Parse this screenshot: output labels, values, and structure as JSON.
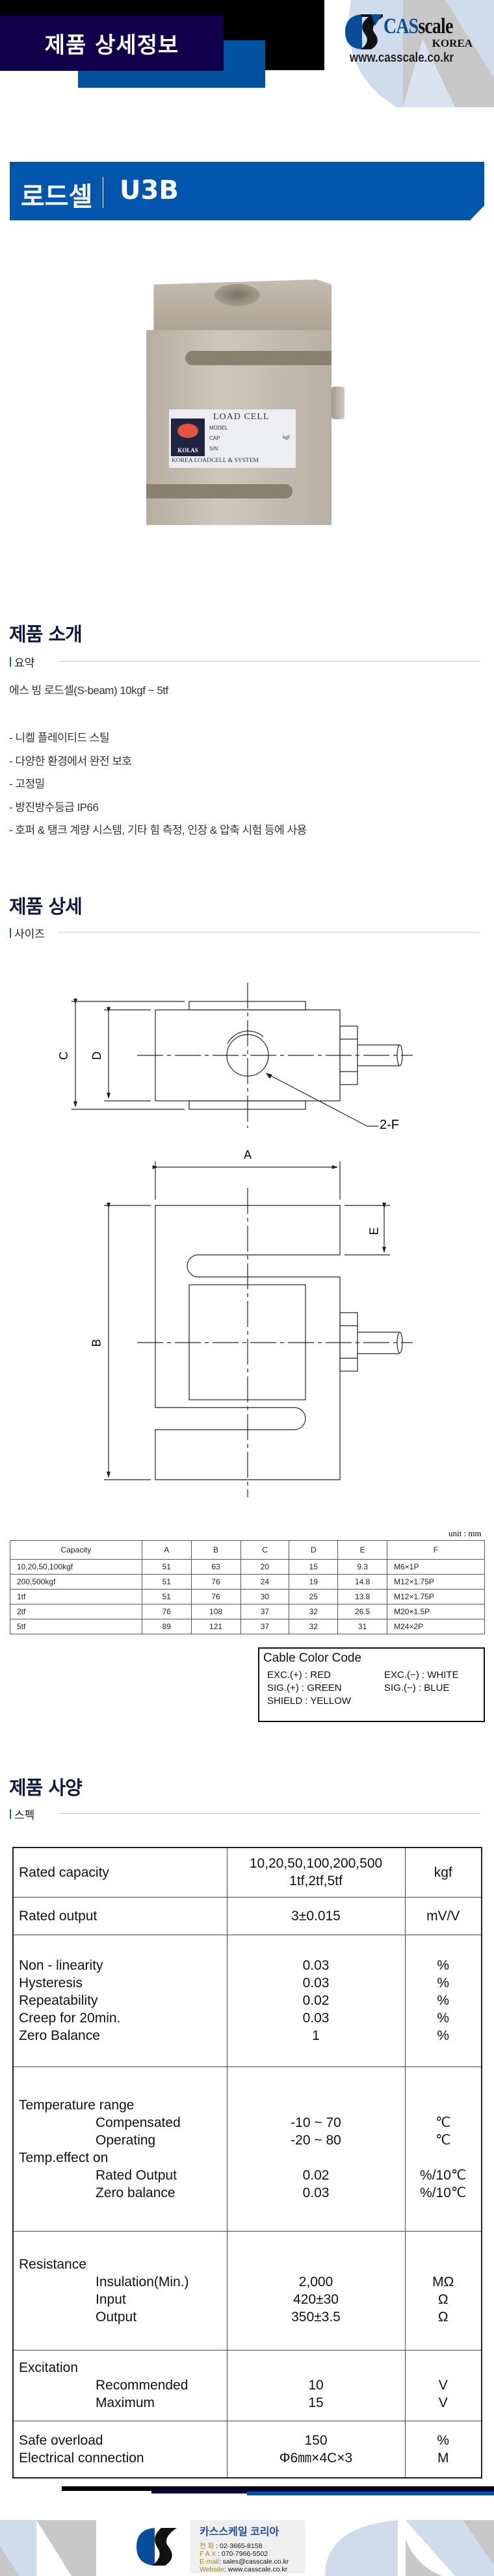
{
  "header": {
    "section_label": "제품 상세정보",
    "logo": {
      "brand_a": "CAS",
      "brand_b": "scale",
      "brand_sub": "KOREA",
      "url": "www.casscale.co.kr"
    }
  },
  "title": {
    "category": "로드셀",
    "model": "U3B"
  },
  "photo": {
    "plate_title": "LOAD CELL",
    "plate_model": "MODEL",
    "plate_cap": "CAP",
    "plate_unit": "kgf",
    "plate_sn": "S/N",
    "plate_mark": "KOLAS",
    "plate_maker": "KOREA LOADCELL & SYSTEM"
  },
  "intro": {
    "heading": "제품 소개",
    "sub": "요약",
    "summary": "에스 빔 로드셀(S-beam) 10kgf ~ 5tf",
    "bullets": [
      "- 니켈 플레이티드 스틸",
      "- 다양한 환경에서 완전 보호",
      "- 고정밀",
      "- 방진방수등급 IP66",
      "- 호퍼 & 탱크 계량 시스템, 기타 힘 측정, 인장 & 압축 시험 등에 사용"
    ]
  },
  "detail": {
    "heading": "제품 상세",
    "sub": "사이즈",
    "drawing_labels": {
      "c": "C",
      "d": "D",
      "f": "2-F",
      "a": "A",
      "b": "B",
      "e": "E"
    },
    "unit": "unit : mm",
    "dim_table": {
      "headers": [
        "Capacity",
        "A",
        "B",
        "C",
        "D",
        "E",
        "F"
      ],
      "rows": [
        [
          "10,20,50,100kgf",
          "51",
          "63",
          "20",
          "15",
          "9.3",
          "M6×1P"
        ],
        [
          "200,500kgf",
          "51",
          "76",
          "24",
          "19",
          "14.8",
          "M12×1.75P"
        ],
        [
          "1tf",
          "51",
          "76",
          "30",
          "25",
          "13.8",
          "M12×1.75P"
        ],
        [
          "2tf",
          "76",
          "108",
          "37",
          "32",
          "26.5",
          "M20×1.5P"
        ],
        [
          "5tf",
          "89",
          "121",
          "37",
          "32",
          "31",
          "M24×2P"
        ]
      ]
    },
    "cable": {
      "title": "Cable Color Code",
      "entries": [
        "EXC.(+) : RED",
        "EXC.(−) : WHITE",
        "SIG.(+) : GREEN",
        "SIG.(−) : BLUE",
        "SHIELD : YELLOW"
      ]
    }
  },
  "spec": {
    "heading": "제품 사양",
    "sub": "스펙",
    "rows": [
      {
        "labels": [
          [
            "Rated capacity",
            0
          ]
        ],
        "values": [
          "10,20,50,100,200,500",
          "1tf,2tf,5tf"
        ],
        "units": [
          "kgf"
        ]
      },
      {
        "labels": [
          [
            "Rated output",
            0
          ]
        ],
        "values": [
          "3±0.015"
        ],
        "units": [
          "mV/V"
        ]
      },
      {
        "labels": [
          [
            "Non - linearity",
            0
          ],
          [
            "Hysteresis",
            0
          ],
          [
            "Repeatability",
            0
          ],
          [
            "Creep for 20min.",
            0
          ],
          [
            "Zero Balance",
            0
          ]
        ],
        "values": [
          "0.03",
          "0.03",
          "0.02",
          "0.03",
          "1"
        ],
        "units": [
          "%",
          "%",
          "%",
          "%",
          "%"
        ]
      },
      {
        "labels": [
          [
            "Temperature range",
            0
          ],
          [
            "Compensated",
            1
          ],
          [
            "Operating",
            1
          ],
          [
            "Temp.effect on",
            0
          ],
          [
            "Rated Output",
            1
          ],
          [
            "Zero balance",
            1
          ]
        ],
        "values": [
          "",
          "-10 ~ 70",
          "-20 ~ 80",
          "",
          "0.02",
          "0.03"
        ],
        "units": [
          "",
          "℃",
          "℃",
          "",
          "%/10℃",
          "%/10℃"
        ]
      },
      {
        "labels": [
          [
            "Resistance",
            0
          ],
          [
            "Insulation(Min.)",
            1
          ],
          [
            "Input",
            1
          ],
          [
            "Output",
            1
          ]
        ],
        "values": [
          "",
          "2,000",
          "420±30",
          "350±3.5"
        ],
        "units": [
          "",
          "MΩ",
          "Ω",
          "Ω"
        ]
      },
      {
        "labels": [
          [
            "Excitation",
            0
          ],
          [
            "Recommended",
            1
          ],
          [
            "Maximum",
            1
          ]
        ],
        "values": [
          "",
          "10",
          "15"
        ],
        "units": [
          "",
          "V",
          "V"
        ]
      },
      {
        "labels": [
          [
            "Safe overload",
            0
          ],
          [
            "Electrical connection",
            0
          ]
        ],
        "values": [
          "150",
          "Φ6㎜×4C×3"
        ],
        "units": [
          "%",
          "M"
        ]
      }
    ]
  },
  "footer": {
    "company": "카스스케일 코리아",
    "contacts": [
      {
        "key": "전 화",
        "sep": " : ",
        "value": "02-3665-8158"
      },
      {
        "key": "F A X",
        "sep": " : ",
        "value": "070-7966-5502"
      },
      {
        "key": "E-mail",
        "sep": ": ",
        "value": "sales@casscale.co.kr"
      },
      {
        "key": "Website",
        "sep": ": ",
        "value": "www.casscale.co.kr"
      }
    ]
  },
  "colors": {
    "navy": "#10004c",
    "blue": "#0356ae",
    "heading": "#101840",
    "watermark_blue": "#cfdcec",
    "watermark_grey": "#c8c8c8"
  }
}
